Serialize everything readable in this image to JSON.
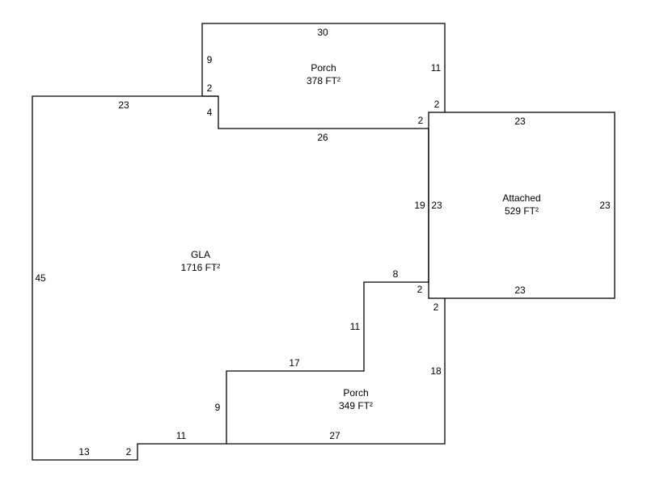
{
  "areas": {
    "porch_top": {
      "name": "Porch",
      "size": "378 FT²"
    },
    "attached": {
      "name": "Attached",
      "size": "529 FT²"
    },
    "gla": {
      "name": "GLA",
      "size": "1716 FT²"
    },
    "porch_bottom": {
      "name": "Porch",
      "size": "349 FT²"
    }
  },
  "dimensions": {
    "porch_top_top": "30",
    "porch_top_left_upper": "9",
    "porch_top_left_lower": "2",
    "porch_top_right": "11",
    "porch_top_right_step": "2",
    "porch_top_step_inner": "2",
    "porch_top_bottom": "26",
    "gla_top": "23",
    "gla_notch": "4",
    "gla_left": "45",
    "gla_bottom": "13",
    "gla_bottom_step": "2",
    "gla_bottom_right": "11",
    "gla_inner_vertical": "9",
    "gla_inner_top": "17",
    "gla_inner_step": "11",
    "gla_step_top": "8",
    "gla_step_right": "2",
    "gla_right": "19",
    "attached_top": "23",
    "attached_left": "23",
    "attached_right": "23",
    "attached_bottom": "23",
    "porch_bottom_step": "2",
    "porch_bottom_right": "18",
    "porch_bottom_bottom": "27"
  }
}
